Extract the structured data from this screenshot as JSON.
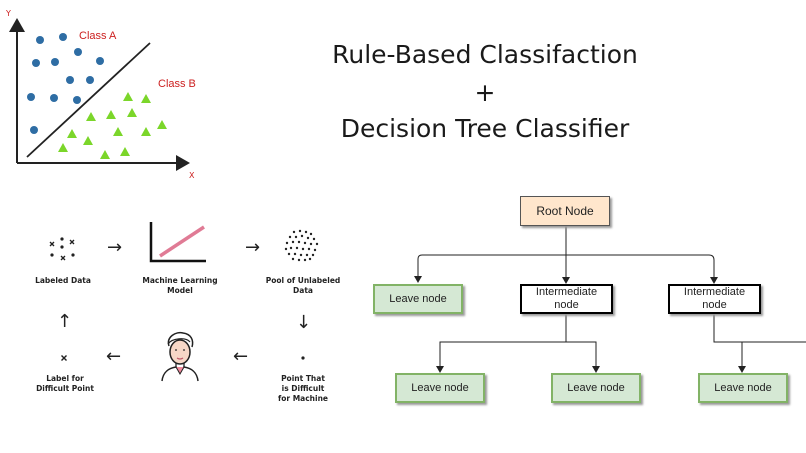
{
  "title": {
    "line1": "Rule-Based Classifaction",
    "line2": "+",
    "line3": "Decision Tree Classifier"
  },
  "scatter": {
    "y_axis_label": "Y",
    "x_axis_label": "X",
    "class_a_label": "Class A",
    "class_b_label": "Class B",
    "class_a_color": "#2e6da4",
    "class_b_color": "#7bd62a",
    "label_color": "#cc1f1f"
  },
  "active_learning": {
    "labeled_data": "Labeled Data",
    "ml_model_line1": "Machine Learning",
    "ml_model_line2": "Model",
    "pool_line1": "Pool of Unlabeled",
    "pool_line2": "Data",
    "point_line1": "Point That",
    "point_line2": "is Difficult",
    "point_line3": "for Machine",
    "label_line1": "Label for",
    "label_line2": "Difficult Point",
    "arrow_right": "→",
    "arrow_left": "←",
    "arrow_up": "↑",
    "arrow_down": "↓",
    "model_line_color": "#e07b95"
  },
  "tree": {
    "root": "Root Node",
    "leaf": "Leave node",
    "intermediate_line1": "Intermediate",
    "intermediate_line2": "node"
  }
}
